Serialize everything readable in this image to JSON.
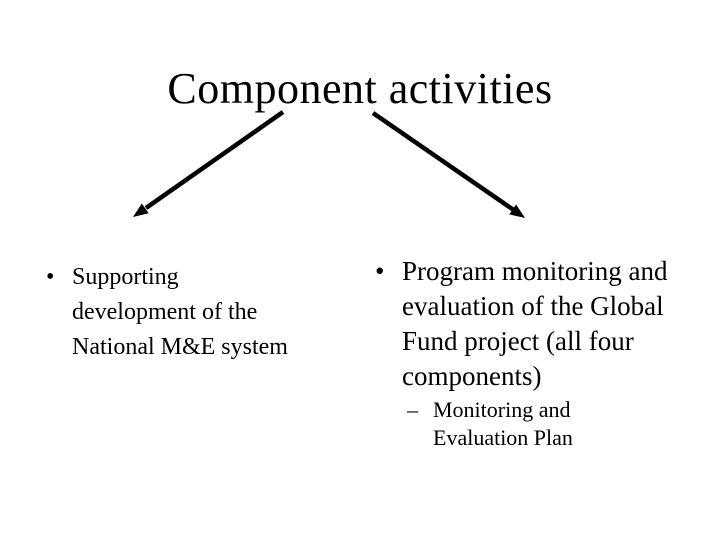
{
  "slide": {
    "title": "Component activities"
  },
  "bullets": {
    "left": {
      "marker": "•",
      "lines": [
        "Supporting",
        "development of the",
        "National M&E system"
      ]
    },
    "right": {
      "marker": "•",
      "lines": [
        "Program monitoring and",
        "evaluation of the Global",
        "Fund project (all four",
        "components)"
      ],
      "sub": {
        "marker": "–",
        "lines": [
          "Monitoring and",
          "Evaluation Plan"
        ]
      }
    }
  },
  "arrows": {
    "color": "#000000"
  },
  "colors": {
    "background": "#ffffff",
    "text": "#000000"
  }
}
